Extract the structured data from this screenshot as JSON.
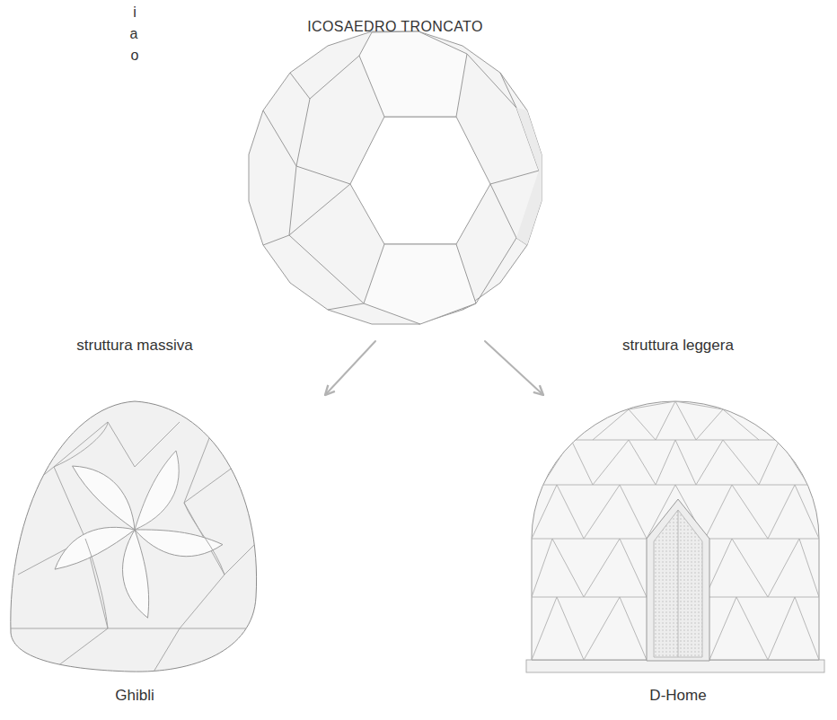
{
  "diagram": {
    "nodes": [
      {
        "text": [
          "ICOSAEDRO TRONCATO"
        ]
      },
      {
        "text": [
          "struttura massiva",
          "Ghibli"
        ]
      },
      {
        "text": [
          "struttura leggera",
          "D-Home"
        ]
      }
    ],
    "edges": [
      {
        "from": 0,
        "to": 1,
        "arrow": "to"
      },
      {
        "from": 0,
        "to": 2,
        "arrow": "to"
      }
    ],
    "labels": [
      "i",
      "a",
      "o"
    ]
  }
}
